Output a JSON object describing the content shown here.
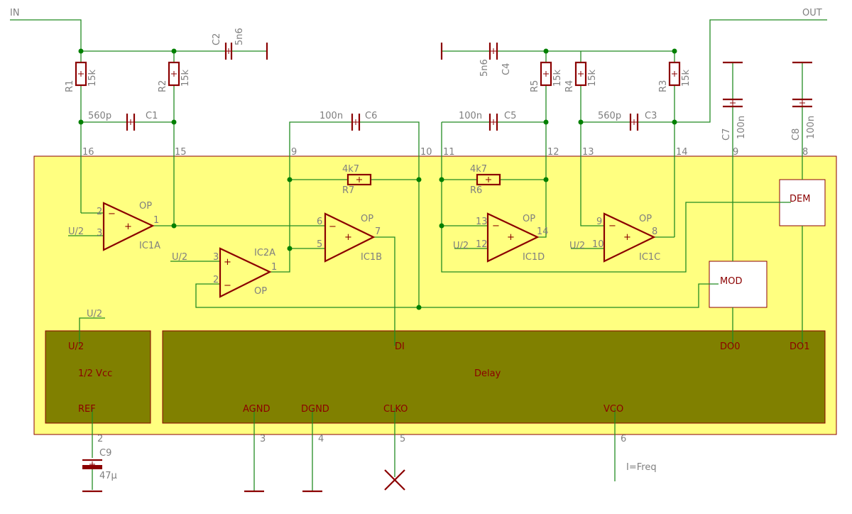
{
  "ports": {
    "in": "IN",
    "out": "OUT"
  },
  "power": {
    "half": "U/2",
    "freq": "I=Freq"
  },
  "pins": {
    "p16": "16",
    "p15": "15",
    "p9": "9",
    "p10": "10",
    "p11": "11",
    "p12": "12",
    "p13": "13",
    "p14": "14",
    "p9b": "9",
    "p8": "8",
    "p2": "2",
    "p3": "3",
    "p4": "4",
    "p5": "5",
    "p6": "6"
  },
  "components": {
    "R1": {
      "name": "R1",
      "value": "15k"
    },
    "R2": {
      "name": "R2",
      "value": "15k"
    },
    "R3": {
      "name": "R3",
      "value": "15k"
    },
    "R4": {
      "name": "R4",
      "value": "15k"
    },
    "R5": {
      "name": "R5",
      "value": "15k"
    },
    "R6": {
      "name": "R6",
      "value": "4k7"
    },
    "R7": {
      "name": "R7",
      "value": "4k7"
    },
    "C1": {
      "name": "C1",
      "value": "560p"
    },
    "C2": {
      "name": "C2",
      "value": "5n6"
    },
    "C3": {
      "name": "C3",
      "value": "560p"
    },
    "C4": {
      "name": "C4",
      "value": "5n6"
    },
    "C5": {
      "name": "C5",
      "value": "100n"
    },
    "C6": {
      "name": "C6",
      "value": "100n"
    },
    "C7": {
      "name": "C7",
      "value": "100n"
    },
    "C8": {
      "name": "C8",
      "value": "100n"
    },
    "C9": {
      "name": "C9",
      "value": "47µ"
    }
  },
  "opamps": {
    "IC1A": {
      "name": "IC1A",
      "type": "OP",
      "pin_minus": "2",
      "pin_plus": "3",
      "pin_out": "1"
    },
    "IC2A": {
      "name": "IC2A",
      "type": "OP",
      "pin_plus": "3",
      "pin_minus": "2",
      "pin_out": "1"
    },
    "IC1B": {
      "name": "IC1B",
      "type": "OP",
      "pin_minus": "6",
      "pin_plus": "5",
      "pin_out": "7"
    },
    "IC1D": {
      "name": "IC1D",
      "type": "OP",
      "pin_minus": "13",
      "pin_plus": "12",
      "pin_out": "14"
    },
    "IC1C": {
      "name": "IC1C",
      "type": "OP",
      "pin_minus": "9",
      "pin_plus": "10",
      "pin_out": "8"
    }
  },
  "blocks": {
    "vcc": {
      "label": "1/2 Vcc",
      "pin_half": "U/2",
      "pin_ref": "REF"
    },
    "delay": {
      "label": "Delay",
      "di": "DI",
      "do0": "DO0",
      "do1": "DO1",
      "agnd": "AGND",
      "dgnd": "DGND",
      "clko": "CLKO",
      "vco": "VCO"
    },
    "mod": "MOD",
    "dem": "DEM"
  },
  "colors": {
    "board": "#ffff80",
    "block": "#808000",
    "box": "#ffffff",
    "wire": "#228b22",
    "component": "#8b0000",
    "label": "#7f7f7f"
  }
}
